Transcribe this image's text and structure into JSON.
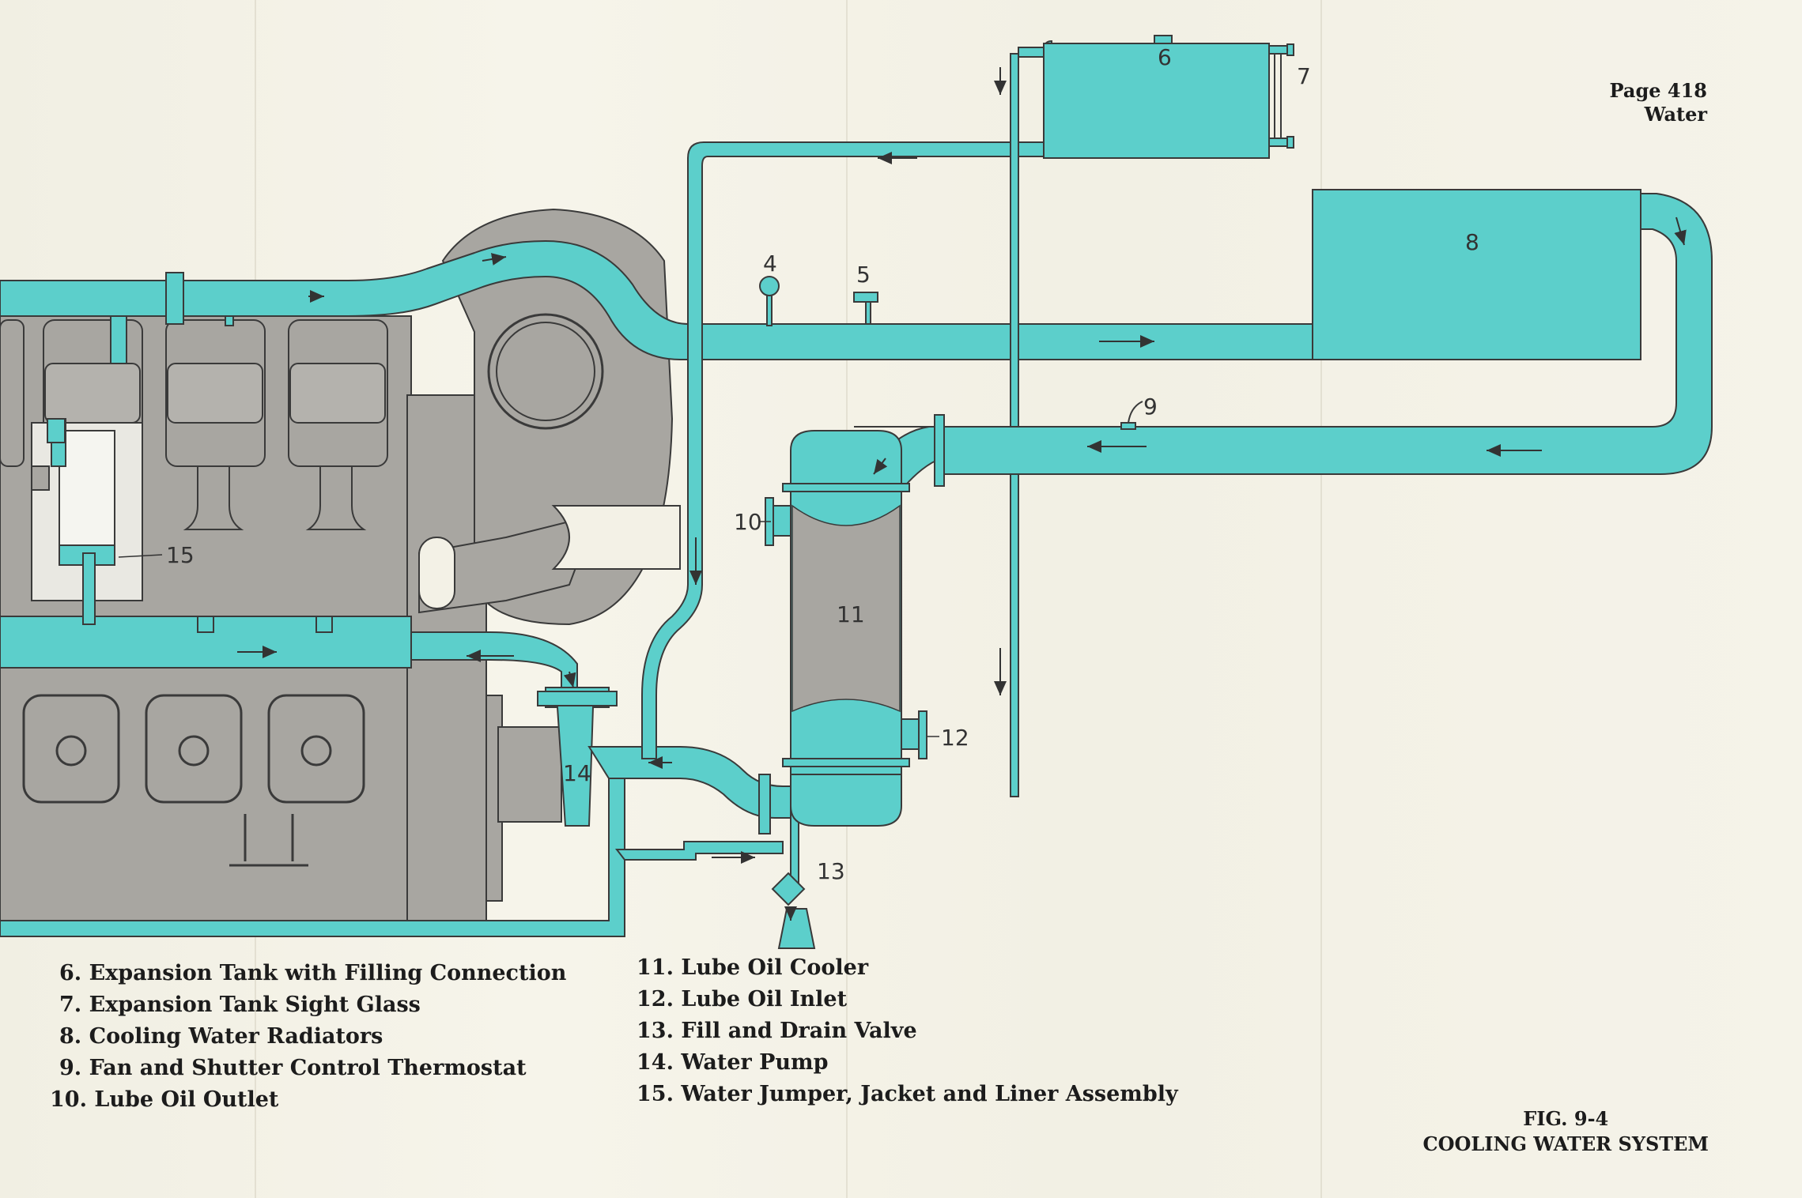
{
  "header": {
    "page": "Page 418",
    "section": "Water"
  },
  "callouts": {
    "c4": "4",
    "c5": "5",
    "c6": "6",
    "c7": "7",
    "c8": "8",
    "c9": "9",
    "c10": "10",
    "c11": "11",
    "c12": "12",
    "c13": "13",
    "c14": "14",
    "c15": "15"
  },
  "legend_left": [
    "6. Expansion Tank with Filling Connection",
    "7. Expansion Tank Sight Glass",
    "8. Cooling Water Radiators",
    "9. Fan and Shutter Control Thermostat",
    "10. Lube Oil Outlet"
  ],
  "legend_right": [
    "11. Lube Oil Cooler",
    "12. Lube Oil Inlet",
    "13. Fill and Drain Valve",
    "14. Water Pump",
    "15. Water Jumper, Jacket and Liner Assembly"
  ],
  "caption": {
    "fig": "FIG. 9-4",
    "title": "COOLING WATER SYSTEM"
  },
  "colors": {
    "water": "#5ccfcb",
    "engine": "#a8a6a1",
    "outline": "#3a3a3a",
    "paper": "#f3f1e6"
  }
}
